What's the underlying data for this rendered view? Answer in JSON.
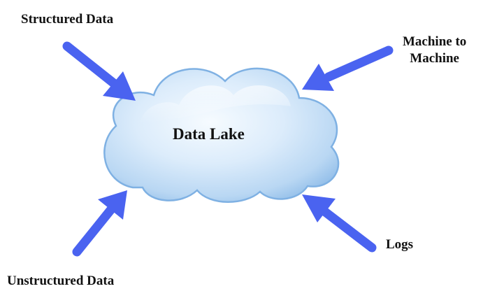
{
  "diagram": {
    "center_label": "Data Lake",
    "sources": {
      "structured": "Structured Data",
      "m2m_line1": "Machine to",
      "m2m_line2": "Machine",
      "unstructured": "Unstructured Data",
      "logs": "Logs"
    }
  },
  "colors": {
    "arrow": "#4a63f0",
    "cloud_light": "#f4f9fe",
    "cloud_mid": "#bcd9f3",
    "cloud_edge": "#7fb1e3",
    "text": "#111111"
  }
}
